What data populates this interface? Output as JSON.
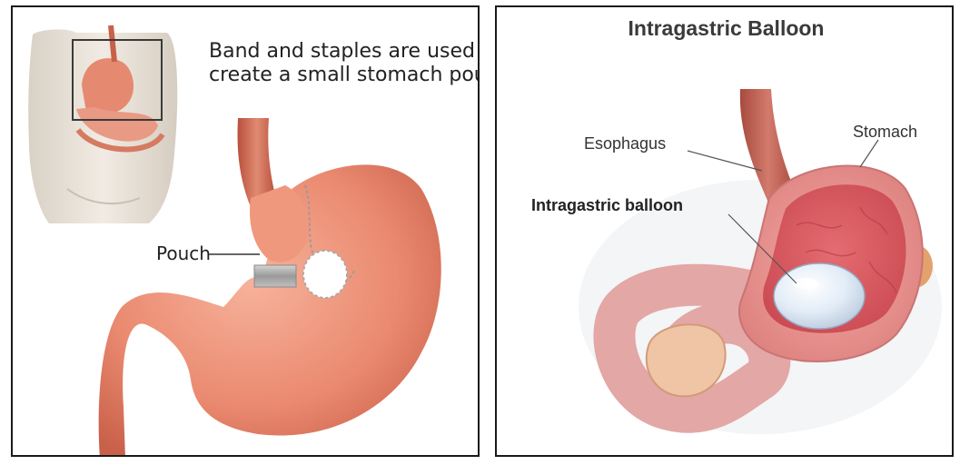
{
  "left_panel": {
    "caption_line1": "Band and staples are used to",
    "caption_line2": "create a small stomach pouch",
    "pouch_label": "Pouch"
  },
  "right_panel": {
    "title": "Intragastric Balloon",
    "esophagus_label": "Esophagus",
    "stomach_label": "Stomach",
    "balloon_label": "Intragastric balloon"
  },
  "colors": {
    "stomach_fill": "#e9846c",
    "stomach_light": "#f4a98f",
    "stomach_dark": "#c85a44",
    "esophagus": "#c9604a",
    "band": "#a8a8a8",
    "skin": "#ece5dc",
    "balloon": "#dce9f5",
    "panel_border": "#1a1a1a"
  }
}
